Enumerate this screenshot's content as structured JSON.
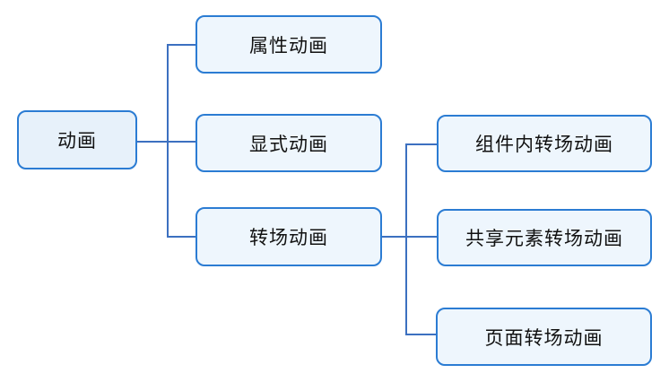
{
  "diagram": {
    "title": "animation-types-tree",
    "root": {
      "label": "动画"
    },
    "level1": [
      {
        "label": "属性动画"
      },
      {
        "label": "显式动画"
      },
      {
        "label": "转场动画"
      }
    ],
    "level2_parent": "转场动画",
    "level2": [
      {
        "label": "组件内转场动画"
      },
      {
        "label": "共享元素转场动画"
      },
      {
        "label": "页面转场动画"
      }
    ],
    "colors": {
      "box_border": "#2b7cd3",
      "box_fill": "#eef6fd",
      "root_fill": "#e7f1fa",
      "connector": "#3c70c0",
      "text": "#111111",
      "background": "#ffffff"
    }
  }
}
